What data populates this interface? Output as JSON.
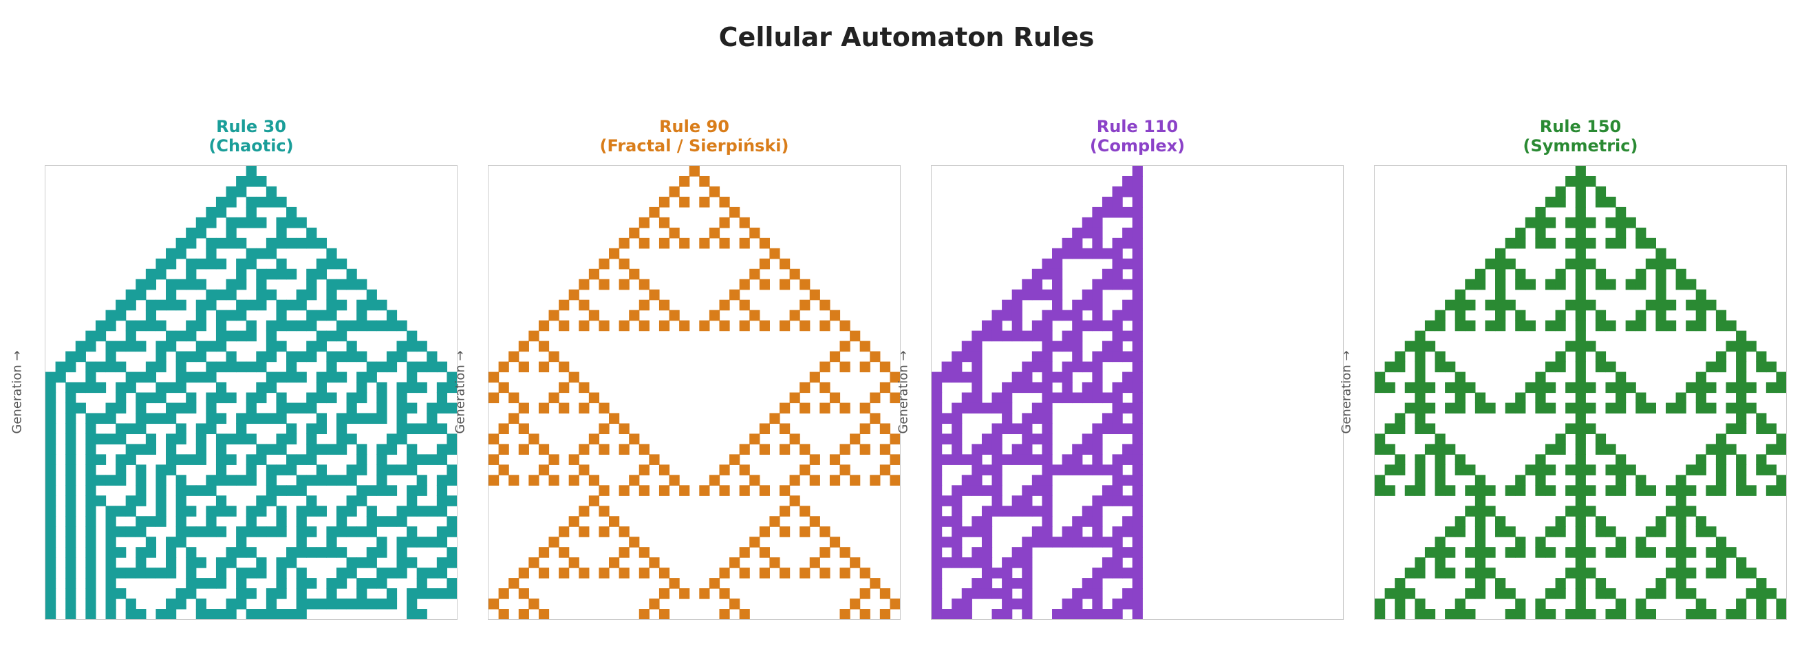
{
  "title": "Cellular Automaton Rules",
  "chart_data": [
    {
      "type": "heatmap",
      "rule": 30,
      "title_line1": "Rule 30",
      "title_line2": "(Chaotic)",
      "ylabel": "Generation →",
      "color": "#1a9e99",
      "generations": 44,
      "width": 41,
      "boundary": "centered"
    },
    {
      "type": "heatmap",
      "rule": 90,
      "title_line1": "Rule 90",
      "title_line2": "(Fractal / Sierpiński)",
      "ylabel": "Generation →",
      "color": "#d97d1a",
      "generations": 44,
      "width": 41,
      "boundary": "centered"
    },
    {
      "type": "heatmap",
      "rule": 110,
      "title_line1": "Rule 110",
      "title_line2": "(Complex)",
      "ylabel": "Generation →",
      "color": "#8b42c8",
      "generations": 44,
      "width": 41,
      "boundary": "centered"
    },
    {
      "type": "heatmap",
      "rule": 150,
      "title_line1": "Rule 150",
      "title_line2": "(Symmetric)",
      "ylabel": "Generation →",
      "color": "#2a8a33",
      "generations": 44,
      "width": 41,
      "boundary": "centered"
    }
  ]
}
